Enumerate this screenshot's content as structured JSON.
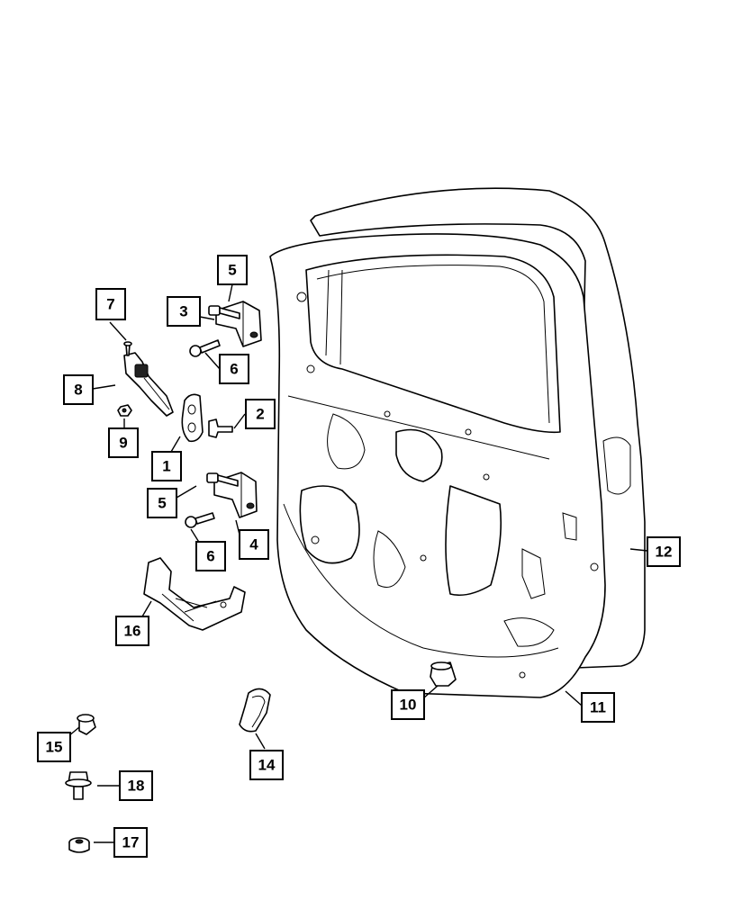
{
  "callouts": [
    {
      "id": "c1",
      "label": "1"
    },
    {
      "id": "c2",
      "label": "2"
    },
    {
      "id": "c3",
      "label": "3"
    },
    {
      "id": "c4",
      "label": "4"
    },
    {
      "id": "c5a",
      "label": "5"
    },
    {
      "id": "c5b",
      "label": "5"
    },
    {
      "id": "c6a",
      "label": "6"
    },
    {
      "id": "c6b",
      "label": "6"
    },
    {
      "id": "c7",
      "label": "7"
    },
    {
      "id": "c8",
      "label": "8"
    },
    {
      "id": "c9",
      "label": "9"
    },
    {
      "id": "c10",
      "label": "10"
    },
    {
      "id": "c11",
      "label": "11"
    },
    {
      "id": "c12",
      "label": "12"
    },
    {
      "id": "c14",
      "label": "14"
    },
    {
      "id": "c15",
      "label": "15"
    },
    {
      "id": "c16",
      "label": "16"
    },
    {
      "id": "c17",
      "label": "17"
    },
    {
      "id": "c18",
      "label": "18"
    }
  ]
}
